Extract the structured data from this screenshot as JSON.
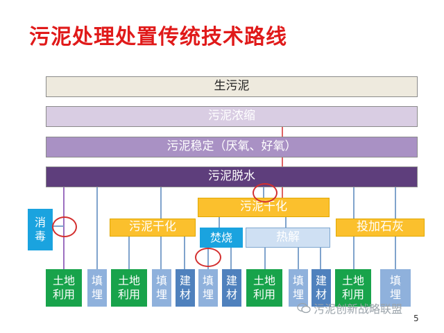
{
  "title": "污泥处理处置传统技术路线",
  "stages": {
    "raw": "生污泥",
    "thickening": "污泥浓缩",
    "stabilization": "污泥稳定（厌氧、好氧）",
    "dewatering": "污泥脱水"
  },
  "processes": {
    "disinfection": "消\n毒",
    "drying_left": "污泥干化",
    "drying_center": "污泥干化",
    "incineration": "焚烧",
    "pyrolysis": "热解",
    "lime": "投加石灰"
  },
  "outcomes": [
    "土地\n利用",
    "填\n埋",
    "土地\n利用",
    "填\n埋",
    "建\n材",
    "填\n埋",
    "建\n材",
    "土地\n利用",
    "填\n埋",
    "建\n材",
    "土地\n利用",
    "填\n埋"
  ],
  "watermark": "污泥创新战略联盟",
  "page_number": "5",
  "colors": {
    "title": "#e01a1a",
    "dewatering": "#5e3e7c",
    "drying": "#fbc02d",
    "land_use": "#18a34b",
    "landfill": "#1aa3df",
    "building_material": "#4f81bd",
    "highlight_circle": "#d32f2f"
  }
}
